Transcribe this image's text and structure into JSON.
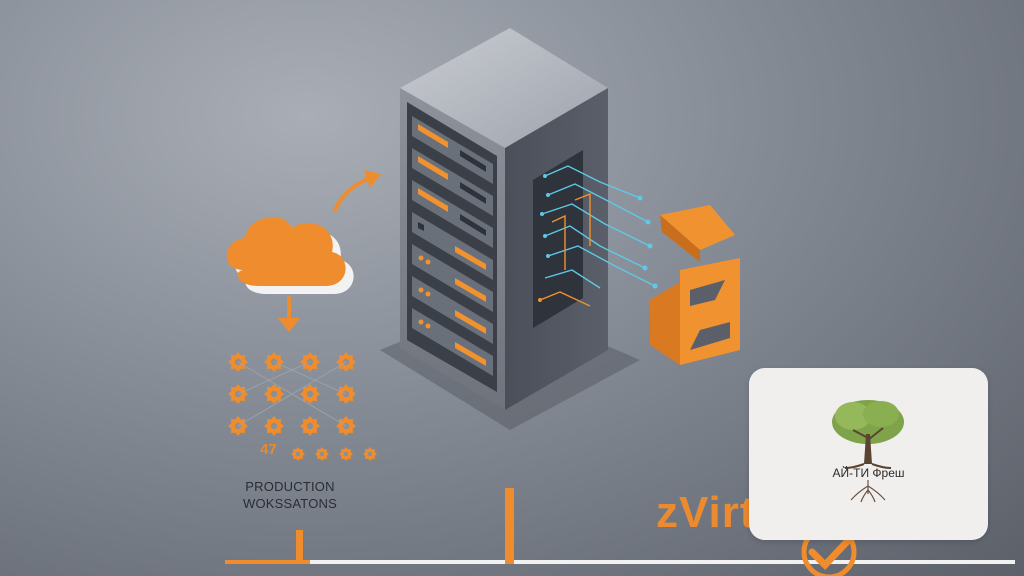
{
  "workstations": {
    "count_label": "47",
    "caption_line1": "PRODUCTION",
    "caption_line2": "WOKSSATONS"
  },
  "brand": {
    "name": "zVirt",
    "accent_color": "#ec8a30"
  },
  "badge": {
    "company_name": "АЙ-ТИ Фреш",
    "icon": "tree-logo"
  },
  "icons": [
    "cloud-icon",
    "gear-icon",
    "server-rack-icon",
    "zvirt-logo-icon",
    "checkmark-icon",
    "arrow-icon"
  ]
}
